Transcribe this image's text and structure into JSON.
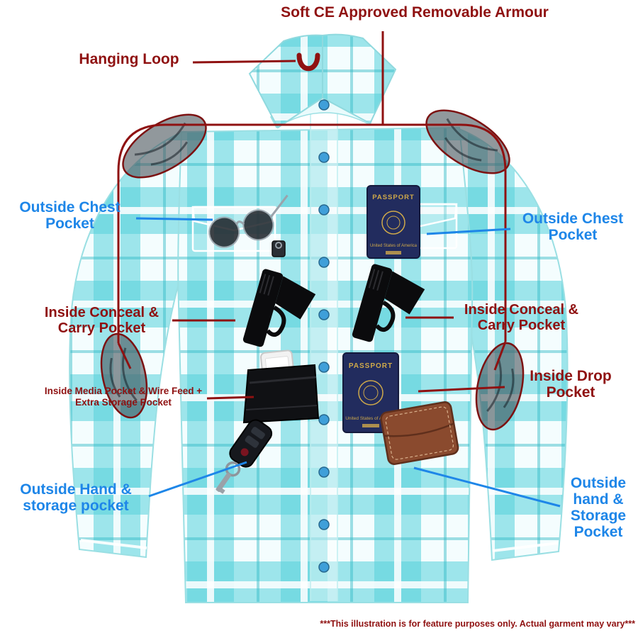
{
  "page": {
    "background": "#ffffff"
  },
  "colors": {
    "callout_red": "#8f1111",
    "callout_blue": "#1e86e8",
    "plaid_teal": "#56d1da",
    "armor_gray": "#4c565c",
    "passport_navy": "#222c5e",
    "passport_gold": "#cfa94a",
    "wallet_brown": "#8a4a2e"
  },
  "labels": {
    "armour": "Soft CE Approved Removable Armour",
    "hanging_loop": "Hanging Loop",
    "outside_chest_left": "Outside Chest Pocket",
    "outside_chest_right": "Outside Chest Pocket",
    "inside_conceal_left": "Inside Conceal & Carry Pocket",
    "inside_conceal_right": "Inside Conceal & Carry Pocket",
    "inside_media": "Inside Media Pocket & Wire Feed + Extra Storage Pocket",
    "inside_drop": "Inside Drop Pocket",
    "outside_hand_left": "Outside Hand & storage pocket",
    "outside_hand_right": "Outside hand & Storage Pocket",
    "disclaimer": "***This illustration is for feature purposes only.  Actual garment may vary***"
  },
  "items": {
    "passport_top": {
      "title": "PASSPORT",
      "subtitle": "United States of America"
    },
    "passport_bottom": {
      "title": "PASSPORT",
      "subtitle": "United States of America"
    },
    "sunglasses": "aviator-sunglasses",
    "pistol_left": "pistol",
    "pistol_right": "pistol",
    "phone": "smartphone",
    "media_pouch": "media-pocket-pouch",
    "wallet": "leather-wallet",
    "key_fob": "car-key-remote",
    "armor_pads": "ce-armor-pads",
    "hanging_loop_hook": "hanging-loop-hook"
  }
}
